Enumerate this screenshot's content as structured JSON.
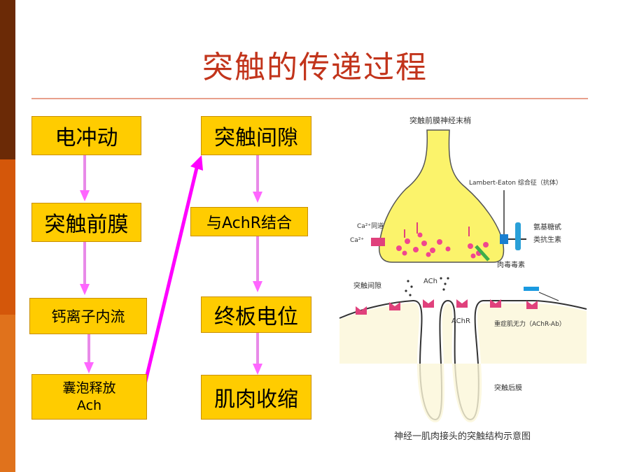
{
  "title": "突触的传递过程",
  "left_column": [
    "电冲动",
    "突触前膜",
    "钙离子内流",
    "囊泡释放",
    "Ach"
  ],
  "middle_column": [
    "突触间隙",
    "与AchR结合",
    "终板电位",
    "肌肉收缩"
  ],
  "figure": {
    "top_label": "突触前膜神经末梢",
    "labels": {
      "lambert": "Lambert-Eaton 综合征（抗体）",
      "ca_channel": "Ca²⁺同道",
      "ca": "Ca²⁺",
      "amino": "氨基糖甙",
      "antibiotic": "类抗生素",
      "toxin": "肉毒毒素",
      "cleft": "突触间隙",
      "ach": "ACh",
      "achr": "AChR",
      "mg": "重症肌无力（AChR-Ab）",
      "post": "突触后膜"
    },
    "caption": "神经一肌肉接头的突触结构示意图"
  },
  "colors": {
    "box": "#ffcc00",
    "title": "#c2341b",
    "arrow": "#ff00ff",
    "bar_dark": "#6b2a06",
    "bar_mid": "#d4570a",
    "bar_light": "#e0721c"
  }
}
